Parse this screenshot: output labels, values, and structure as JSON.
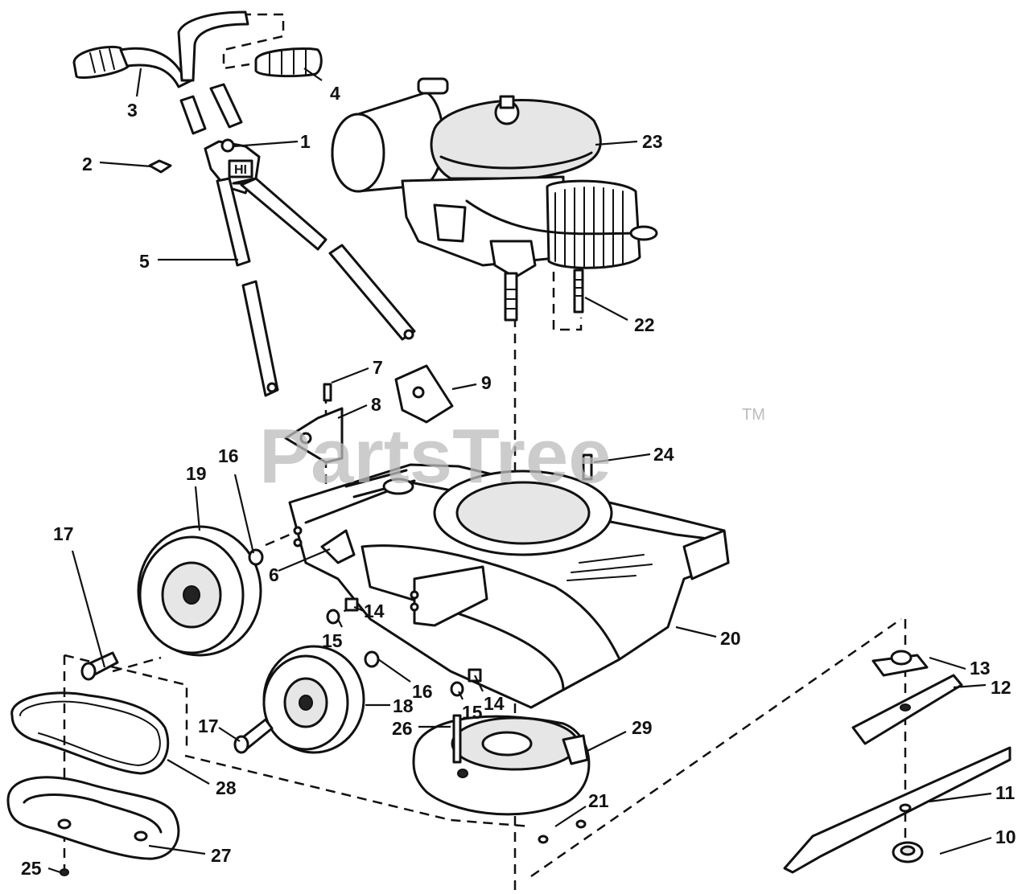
{
  "watermark": {
    "text": "PartsTree",
    "trademark": "TM"
  },
  "handle_stamp": "HI",
  "callouts": [
    {
      "id": "p1",
      "label": "1"
    },
    {
      "id": "p2",
      "label": "2"
    },
    {
      "id": "p3",
      "label": "3"
    },
    {
      "id": "p4",
      "label": "4"
    },
    {
      "id": "p5",
      "label": "5"
    },
    {
      "id": "p6",
      "label": "6"
    },
    {
      "id": "p7",
      "label": "7"
    },
    {
      "id": "p8",
      "label": "8"
    },
    {
      "id": "p9",
      "label": "9"
    },
    {
      "id": "p10",
      "label": "10"
    },
    {
      "id": "p11",
      "label": "11"
    },
    {
      "id": "p12",
      "label": "12"
    },
    {
      "id": "p13",
      "label": "13"
    },
    {
      "id": "p14a",
      "label": "14"
    },
    {
      "id": "p14b",
      "label": "14"
    },
    {
      "id": "p15a",
      "label": "15"
    },
    {
      "id": "p15b",
      "label": "15"
    },
    {
      "id": "p16a",
      "label": "16"
    },
    {
      "id": "p16b",
      "label": "16"
    },
    {
      "id": "p17a",
      "label": "17"
    },
    {
      "id": "p17b",
      "label": "17"
    },
    {
      "id": "p18",
      "label": "18"
    },
    {
      "id": "p19",
      "label": "19"
    },
    {
      "id": "p20",
      "label": "20"
    },
    {
      "id": "p21",
      "label": "21"
    },
    {
      "id": "p22",
      "label": "22"
    },
    {
      "id": "p23",
      "label": "23"
    },
    {
      "id": "p24",
      "label": "24"
    },
    {
      "id": "p25",
      "label": "25"
    },
    {
      "id": "p26",
      "label": "26"
    },
    {
      "id": "p27",
      "label": "27"
    },
    {
      "id": "p28",
      "label": "28"
    },
    {
      "id": "p29",
      "label": "29"
    }
  ]
}
